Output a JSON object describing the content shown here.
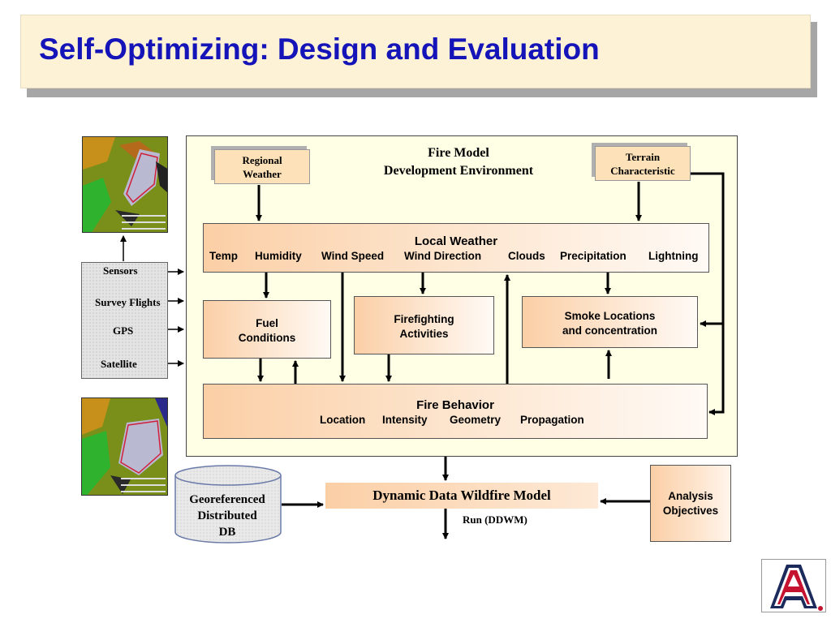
{
  "title": "Self-Optimizing: Design and Evaluation",
  "environment": {
    "title_line1": "Fire Model",
    "title_line2": "Development Environment"
  },
  "regional_weather": {
    "line1": "Regional",
    "line2": "Weather"
  },
  "terrain": {
    "line1": "Terrain",
    "line2": "Characteristic"
  },
  "local_weather": {
    "title": "Local Weather",
    "items": [
      "Temp",
      "Humidity",
      "Wind Speed",
      "Wind Direction",
      "Clouds",
      "Precipitation",
      "Lightning"
    ]
  },
  "fuel": {
    "line1": "Fuel",
    "line2": "Conditions"
  },
  "firefighting": {
    "line1": "Firefighting",
    "line2": "Activities"
  },
  "smoke": {
    "line1": "Smoke Locations",
    "line2": "and concentration"
  },
  "fire_behavior": {
    "title": "Fire Behavior",
    "items": [
      "Location",
      "Intensity",
      "Geometry",
      "Propagation"
    ]
  },
  "sensors": {
    "items": [
      "Sensors",
      "Survey Flights",
      "GPS",
      "Satellite"
    ]
  },
  "database": {
    "line1": "Georeferenced",
    "line2": "Distributed",
    "line3": "DB"
  },
  "ddwm": {
    "label": "Dynamic Data Wildfire Model",
    "run": "Run (DDWM)"
  },
  "analysis": {
    "line1": "Analysis",
    "line2": "Objectives"
  },
  "logo": {
    "letter": "A"
  },
  "colors": {
    "title": "#1414b8",
    "banner": "#fdf1d6",
    "panel": "#ffffe6",
    "box_gradient_start": "#fbcfa6",
    "logo_red": "#c4122f",
    "logo_blue": "#1c2a5c"
  }
}
